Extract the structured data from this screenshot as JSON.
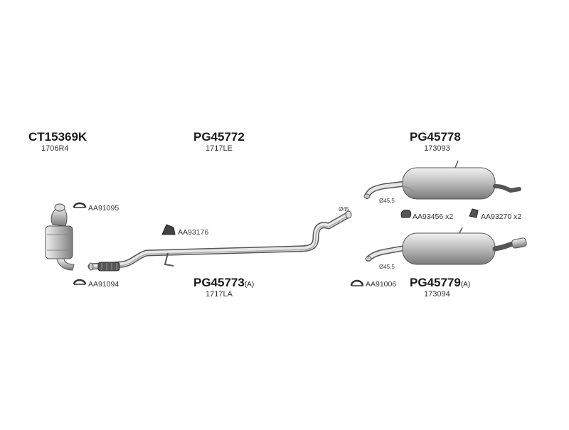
{
  "parts": {
    "catalyst": {
      "code": "CT15369K",
      "ref": "1706R4"
    },
    "mid_pipe_top": {
      "code": "PG45772",
      "ref": "1717LE"
    },
    "rear_top": {
      "code": "PG45778",
      "ref": "173093"
    },
    "mid_pipe_bottom": {
      "code": "PG45773",
      "suffix": "(A)",
      "ref": "1717LA"
    },
    "rear_bottom": {
      "code": "PG45779",
      "suffix": "(A)",
      "ref": "173094"
    }
  },
  "accessories": {
    "clamp_upper": "AA91095",
    "clamp_lower": "AA91094",
    "rubber_mount": "AA93176",
    "rear_clamp": "AA91006",
    "hanger_a": "AA93456 x2",
    "hanger_b": "AA93270 x2"
  },
  "diameters": {
    "mid_pipe_end": "Ø45",
    "rear_top_inlet": "Ø45,5",
    "rear_bottom_inlet": "Ø45,5"
  }
}
